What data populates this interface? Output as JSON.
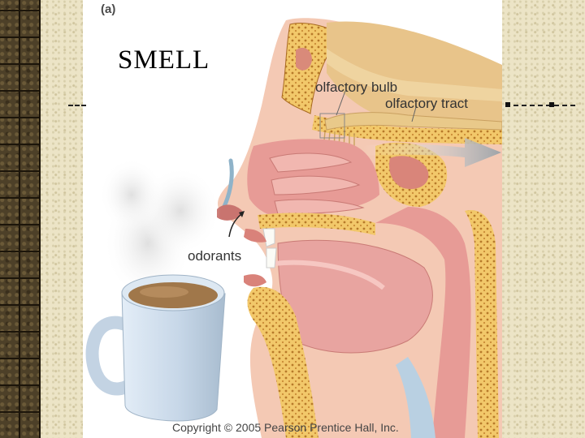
{
  "figure_label": "(a)",
  "title": "SMELL",
  "labels": {
    "olfactory_bulb": "olfactory bulb",
    "olfactory_tract": "olfactory tract",
    "odorants": "odorants"
  },
  "copyright": "Copyright © 2005 Pearson Prentice Hall, Inc.",
  "colors": {
    "background_texture": "#e9e2c2",
    "panel": "#ffffff",
    "nasal_tissue": "#e7a4a0",
    "bone": "#f2c86a",
    "mug": "#c9d9ea",
    "coffee": "#a0774a"
  }
}
